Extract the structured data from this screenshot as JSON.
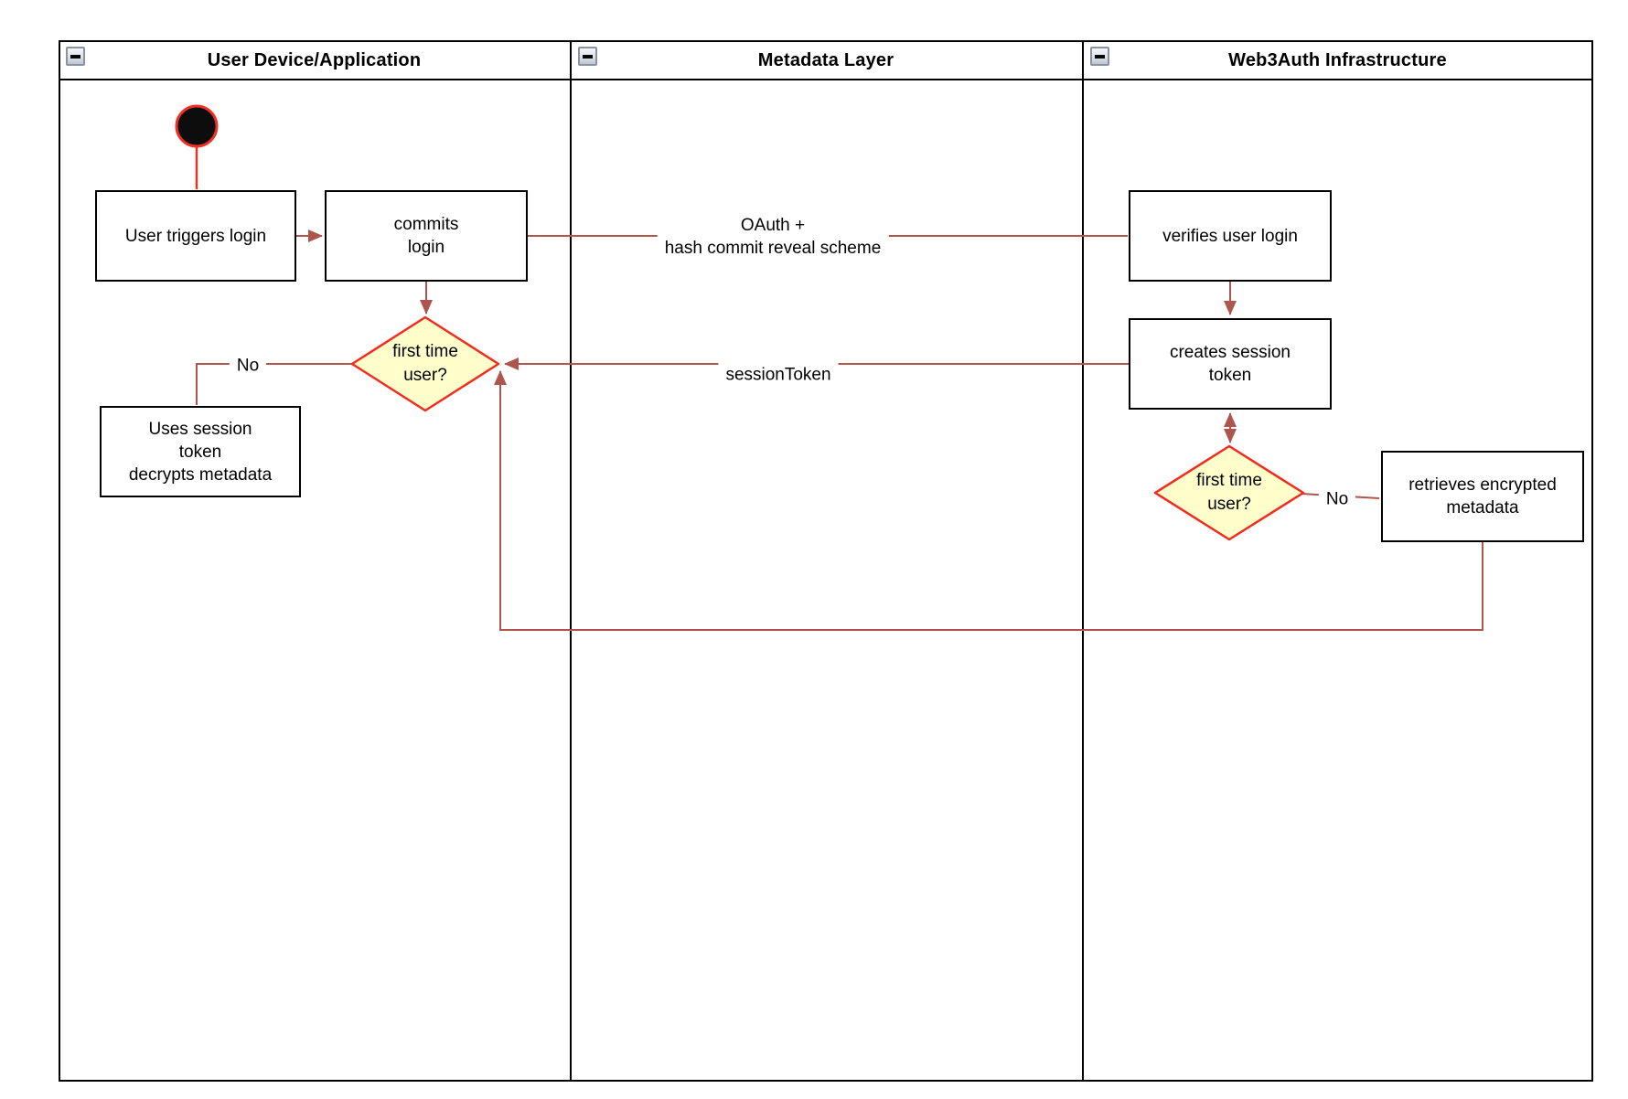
{
  "pool": {
    "lanes": [
      {
        "title": "User Device/Application",
        "collapse_icon": "minus-icon"
      },
      {
        "title": "Metadata Layer",
        "collapse_icon": "minus-icon"
      },
      {
        "title": "Web3Auth Infrastructure",
        "collapse_icon": "minus-icon"
      }
    ]
  },
  "nodes": {
    "user_triggers_login": "User triggers login",
    "commits_login": "commits\nlogin",
    "first_time_user_device": "first time\nuser?",
    "uses_session_token": "Uses session\ntoken\ndecrypts metadata",
    "verifies_user_login": "verifies user login",
    "creates_session_token": "creates session\ntoken",
    "first_time_user_infra": "first time\nuser?",
    "retrieves_encrypted_metadata": "retrieves encrypted\nmetadata"
  },
  "edge_labels": {
    "oauth": "OAuth +\nhash commit reveal scheme",
    "session_token": "sessionToken",
    "no_device": "No",
    "no_infra": "No"
  },
  "colors": {
    "edge": "#ae564d",
    "start_edge": "#ee3124",
    "start_fill": "#0d0d0d",
    "decision_border": "#f42a1e",
    "decision_fill": "#ffffcc",
    "shape_border": "#000000",
    "shape_fill": "#ffffff",
    "text": "#000000"
  }
}
